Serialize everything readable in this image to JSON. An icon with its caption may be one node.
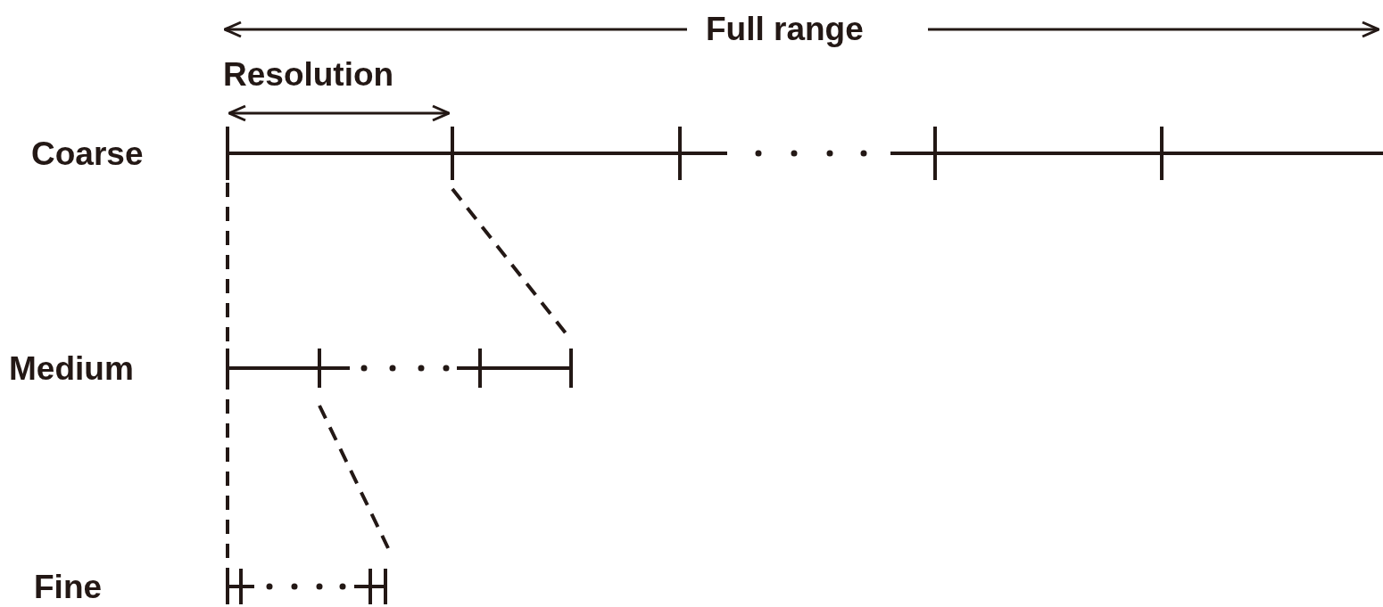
{
  "diagram": {
    "labels": [
      "Full range",
      "Resolution",
      "Coarse",
      "Medium",
      "Fine"
    ]
  }
}
